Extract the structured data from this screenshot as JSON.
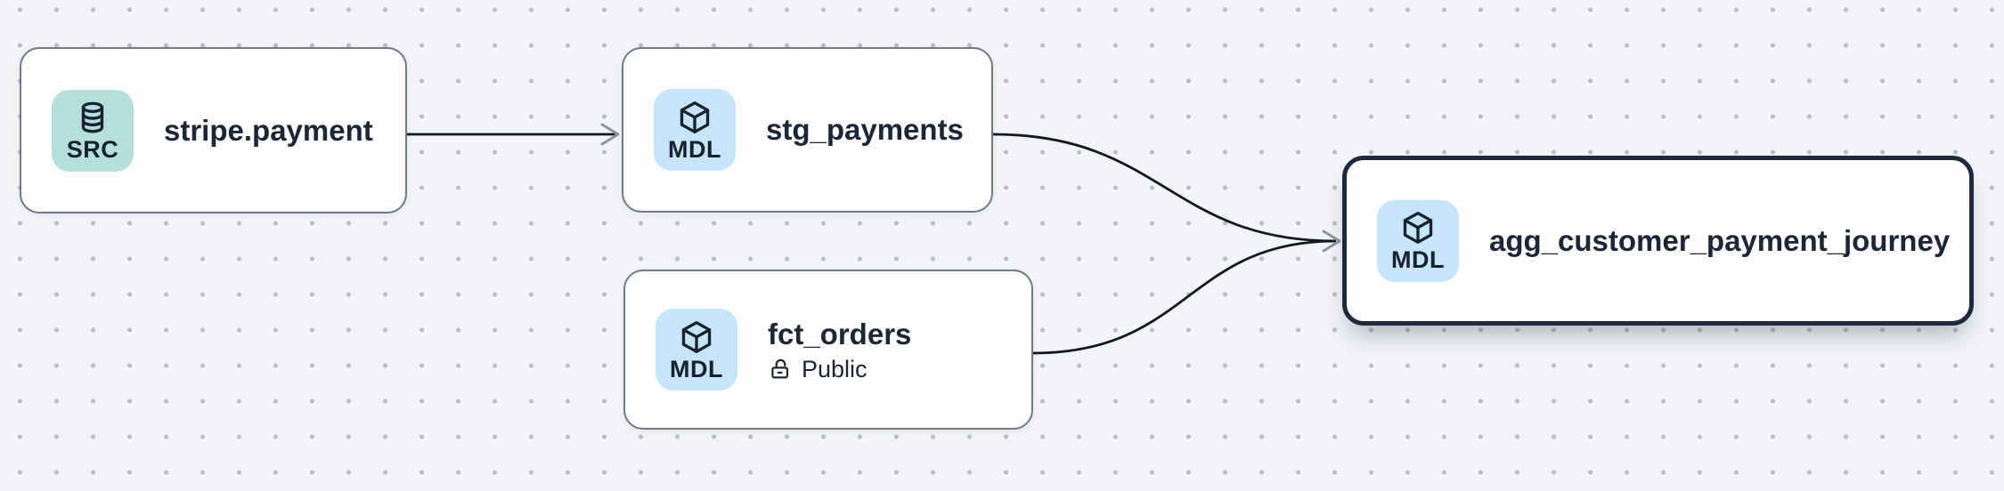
{
  "canvas": {
    "background_color": "#f2f4f7",
    "dot_grid_color": "#b7bcc6"
  },
  "colors": {
    "node_background": "#fdfdfe",
    "node_border": "#6f7988",
    "selected_node_border": "#1d2a3a",
    "text": "#1b2636",
    "edge_line": "#14181e",
    "edge_arrowhead": "#8d94a1",
    "source_badge_background": "#b5dfdc",
    "model_badge_background": "#c7e5f8"
  },
  "nodes": [
    {
      "label": "stripe.payment",
      "badge": "SRC",
      "badge_icon": "database-icon",
      "type": "source",
      "selected": false
    },
    {
      "label": "stg_payments",
      "badge": "MDL",
      "badge_icon": "cube-icon",
      "type": "model",
      "selected": false
    },
    {
      "label": "fct_orders",
      "badge": "MDL",
      "badge_icon": "cube-icon",
      "type": "model",
      "access": "Public",
      "access_icon": "unlock-icon",
      "selected": false
    },
    {
      "label": "agg_customer_payment_journey",
      "badge": "MDL",
      "badge_icon": "cube-icon",
      "type": "model",
      "selected": true
    }
  ],
  "edges": [
    {
      "from": "stripe.payment",
      "to": "stg_payments"
    },
    {
      "from": "stg_payments",
      "to": "agg_customer_payment_journey"
    },
    {
      "from": "fct_orders",
      "to": "agg_customer_payment_journey"
    }
  ]
}
